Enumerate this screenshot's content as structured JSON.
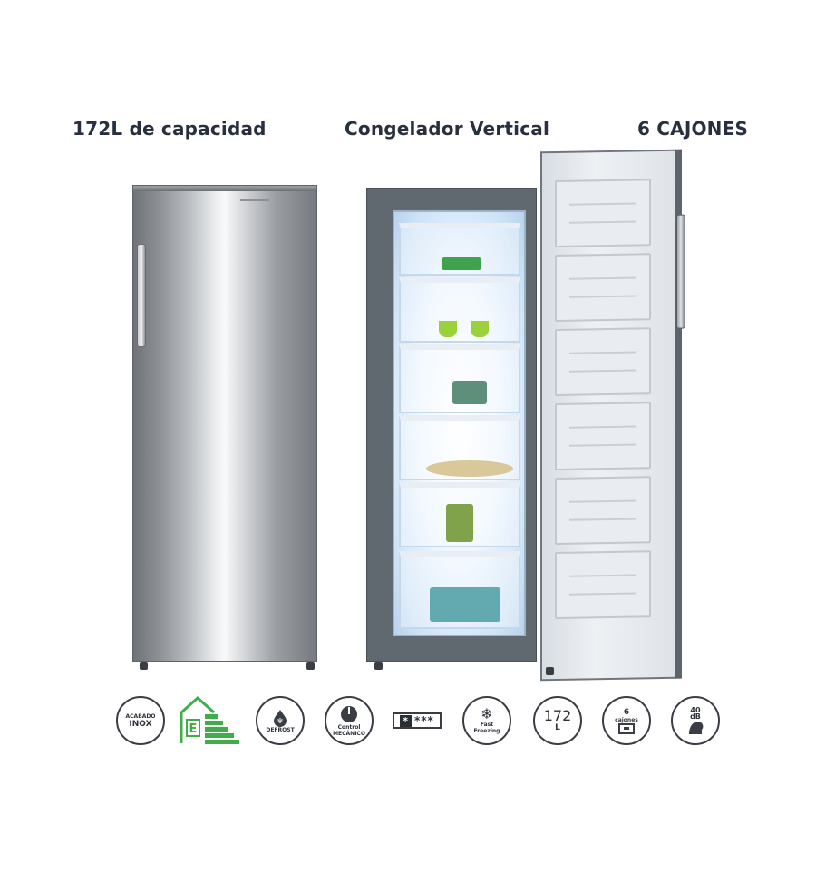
{
  "headings": {
    "capacity": "172L de capacidad",
    "type": "Congelador Vertical",
    "drawers": "6 CAJONES"
  },
  "features": {
    "inox": {
      "small": "ACABADO",
      "big": "INOX"
    },
    "energy": {
      "letter": "E",
      "color": "#3fae49"
    },
    "defrost": {
      "label": "DEFROST"
    },
    "control": {
      "line1": "Control",
      "line2": "MECÁNICO"
    },
    "stars": {
      "first": "*",
      "rest": "***"
    },
    "fast": {
      "line1": "Fast",
      "line2": "Freezing"
    },
    "liters": {
      "number": "172",
      "unit": "L"
    },
    "cajones": {
      "number": "6",
      "label": "cajones"
    },
    "noise": {
      "value": "40",
      "unit": "dB"
    }
  },
  "colors": {
    "heading": "#283040",
    "icon_stroke": "#3a3d44",
    "energy_green": "#3fae49"
  }
}
